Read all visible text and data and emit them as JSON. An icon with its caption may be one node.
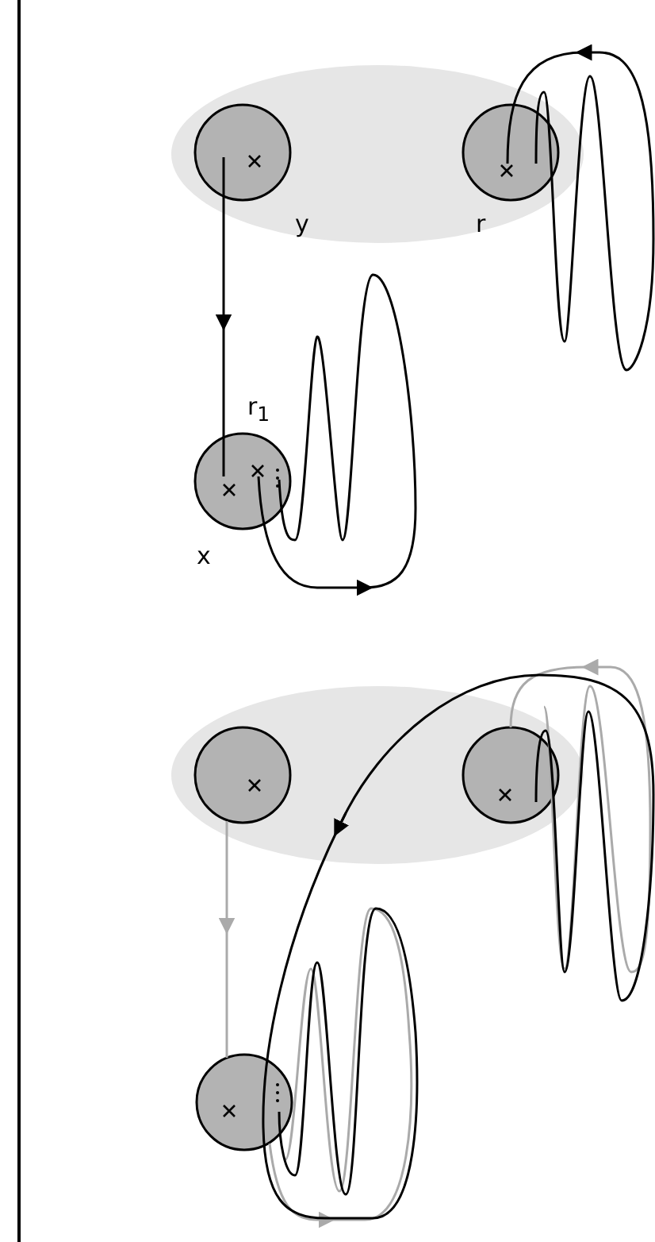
{
  "diagram": {
    "labels": [
      "y",
      "r",
      "r$_{1}$",
      "x"
    ]
  }
}
